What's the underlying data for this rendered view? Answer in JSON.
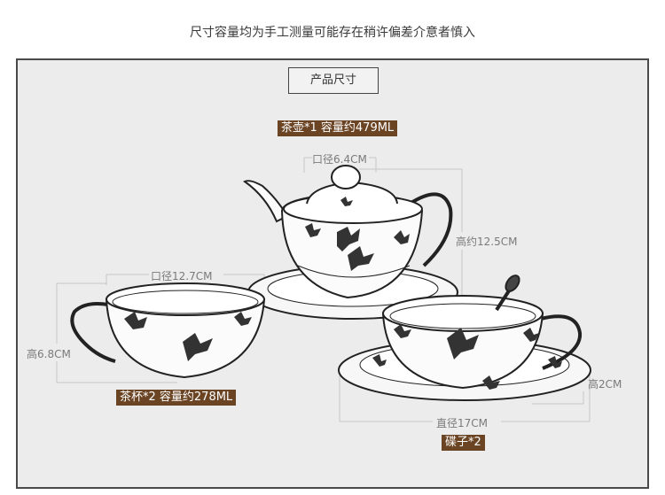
{
  "notice": "尺寸容量均为手工测量可能存在稍许偏差介意者慎入",
  "section_title": "产品尺寸",
  "teapot": {
    "label": "茶壶*1 容量约479ML",
    "mouth": "口径6.4CM",
    "height": "高约12.5CM"
  },
  "cup": {
    "label": "茶杯*2 容量约278ML",
    "mouth": "口径12.7CM",
    "height": "高6.8CM"
  },
  "saucer": {
    "label": "碟子*2",
    "diameter": "直径17CM",
    "height": "高2CM"
  },
  "colors": {
    "tag_bg": "#6b4424",
    "panel_bg": "#ececec",
    "line": "#c6c6c6"
  }
}
